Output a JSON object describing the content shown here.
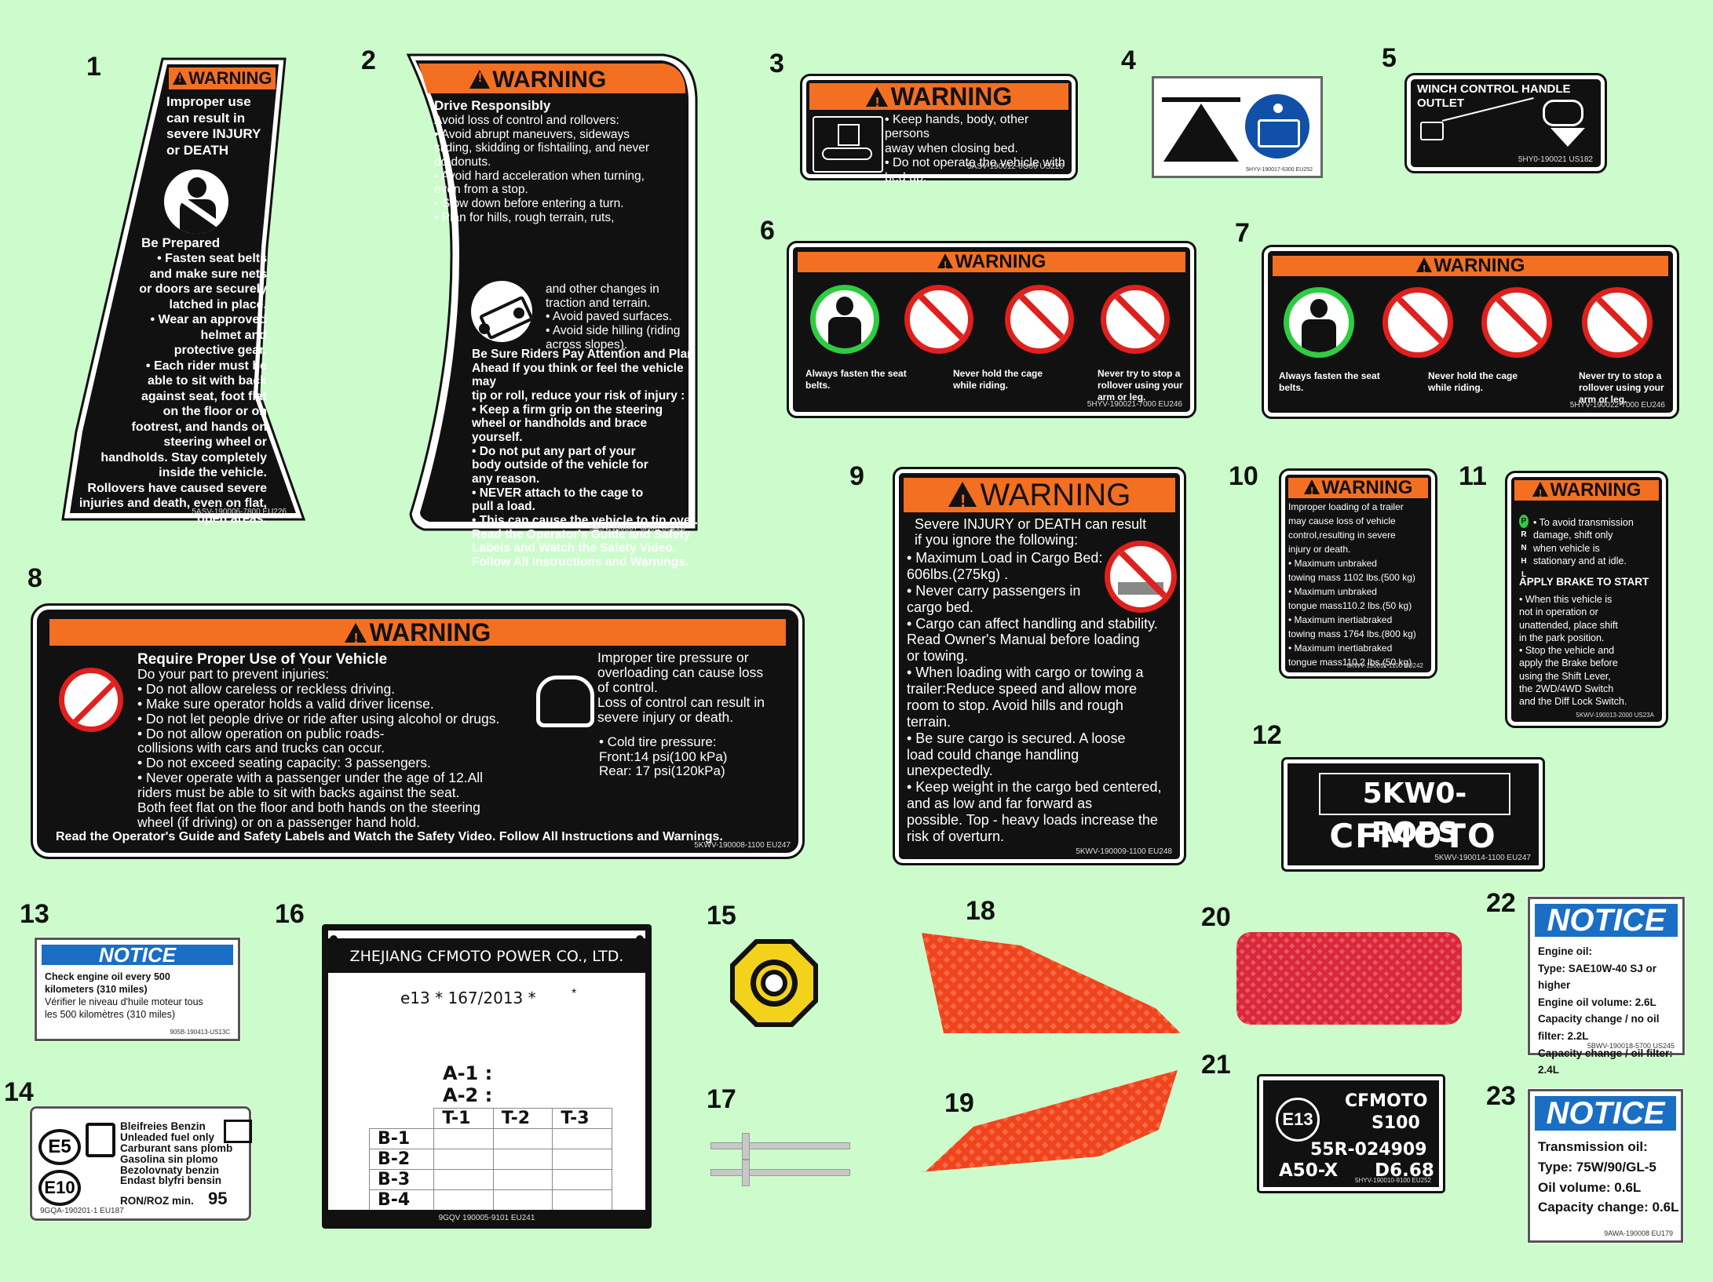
{
  "numbers": [
    "1",
    "2",
    "3",
    "4",
    "5",
    "6",
    "7",
    "8",
    "9",
    "10",
    "11",
    "12",
    "13",
    "14",
    "15",
    "16",
    "17",
    "18",
    "19",
    "20",
    "21",
    "22",
    "23"
  ],
  "warning_word": "WARNING",
  "l1": {
    "text1": "Improper use\ncan result in\nsevere INJURY\nor DEATH",
    "heading": "Be Prepared",
    "text2": "• Fasten seat belts\nand make sure nets\nor doors are securely\nlatched in place.\n• Wear an approved\nhelmet and\nprotective gear.\n• Each rider must be\nable to sit with back\nagainst seat, foot flat\non the floor or on\nfootrest, and hands on\nsteering wheel or\nhandholds. Stay completely\ninside the vehicle.\nRollovers have caused severe\ninjuries and death, even on flat,\nopen areas.",
    "code": "5ASV-190006-7800   EU226"
  },
  "l2": {
    "heading": "Drive Responsibly",
    "text1": "Avoid loss of control and rollovers:\n• Avoid abrupt maneuvers, sideways\nsliding, skidding or fishtailing, and never\ndo donuts.\n• Avoid hard acceleration when turning,\neven from a stop.\n• Slow down before entering a turn.\n• Plan for hills, rough terrain, ruts,",
    "text2": "and other changes in\ntraction and terrain.\n• Avoid paved surfaces.\n• Avoid side hilling (riding\nacross slopes).",
    "text3": "Be Sure Riders Pay Attention and Plan\nAhead If you think or feel the vehicle may\ntip or roll, reduce your risk of injury :\n• Keep a firm grip on the steering\nwheel or handholds and brace\nyourself.\n• Do not put any part of your\nbody outside of the vehicle for\nany reason.\n• NEVER attach to the cage to\npull a load.\n• This can cause the vehicle to tip over.\nRead the Operator's Guide and Safety\nLabels and Watch the Safety Video.\nFollow All Instructions and Warnings.",
    "code": "5ASV-190007-6H00   US228"
  },
  "l3": {
    "text": "• Keep hands, body, other persons\naway when closing bed.\n• Do not operate the vehicle with\nbed up.",
    "code": "5ASV-190012-6G00   US226"
  },
  "l4": {
    "code": "5HYV-190017-6300   EU252"
  },
  "l5": {
    "title": "WINCH CONTROL HANDLE OUTLET",
    "code": "5HY0-190021    US182"
  },
  "l6": {
    "cap1": "Always fasten the seat\nbelts.",
    "cap2": "Never hold the cage\nwhile riding.",
    "cap3": "Never try to stop a\nrollover using your\narm or leg.",
    "code": "5HYV-190021-7000   EU246"
  },
  "l7": {
    "cap1": "Always fasten the seat\nbelts.",
    "cap2": "Never hold the cage\nwhile riding.",
    "cap3": "Never try to stop a\nrollover using your\narm or leg.",
    "code": "5HYV-190022-7000   EU246"
  },
  "l8": {
    "heading": "Require Proper Use of Your Vehicle",
    "text1": "Do your part to prevent injuries:\n• Do not allow careless or reckless driving.\n• Make sure operator holds a valid driver license.\n• Do not let people drive or ride after using alcohol or drugs.\n• Do not allow operation on public roads-\ncollisions with cars and trucks can occur.\n• Do not exceed seating capacity: 3 passengers.\n• Never operate with a passenger under the age of 12.All\nriders must be able to sit with backs against the seat.\nBoth feet flat on the floor and both hands on the steering\nwheel (if driving) or on a passenger hand hold.",
    "text2": "Improper tire pressure or\noverloading can cause  loss\nof control.\nLoss of control can result in\nsevere injury or death.",
    "text3": "• Cold tire pressure:\nFront:14 psi(100 kPa)\nRear: 17 psi(120kPa)",
    "footer": "Read the Operator's Guide and Safety  Labels and Watch the Safety Video. Follow All Instructions and Warnings.",
    "code": "5KWV-190008-1100   EU247"
  },
  "l9": {
    "text1": "Severe INJURY or DEATH can result\nif you ignore the following:",
    "text2": "• Maximum Load in Cargo Bed:\n606lbs.(275kg) .\n• Never carry passengers in\ncargo bed.\n• Cargo can affect handling and stability.\nRead Owner's Manual before loading\nor towing.\n• When loading with cargo or towing a\ntrailer:Reduce speed and allow more\nroom to stop. Avoid hills and rough\nterrain.\n• Be sure cargo is secured.  A loose\nload could change handling\nunexpectedly.\n• Keep weight in the cargo bed centered,\nand as low and far forward as\npossible. Top - heavy loads increase the\nrisk of overturn.",
    "code": "5KWV-190009-1100   EU248"
  },
  "l10": {
    "text": "Improper loading of a trailer\nmay cause loss of vehicle\ncontrol,resulting in severe\ninjury or death.\n• Maximum unbraked\ntowing mass 1102 lbs.(500 kg)\n• Maximum unbraked\ntongue mass110.2 lbs.(50 kg)\n• Maximum inertiabraked\ntowing mass 1764 lbs.(800 kg)\n• Maximum inertiabraked\ntongue mass110.2 lbs.(50 kg)",
    "code": "5KWV-190011-1100   EU242"
  },
  "l11": {
    "gears": [
      "P",
      "R",
      "N",
      "H",
      "L"
    ],
    "text1": "• To avoid transmission\ndamage, shift only\nwhen vehicle is\nstationary and at idle.",
    "heading": "APPLY BRAKE TO START",
    "text2": "• When this vehicle is\nnot in operation or\nunattended, place shift\nin the park position.\n• Stop the vehicle and\napply the Brake before\nusing the Shift Lever,\nthe 2WD/4WD Switch\nand  the Diff Lock Switch.",
    "code": "5KWV-190013-2000   US23A"
  },
  "l12": {
    "model": "5KW0-ROPS",
    "brand": "CFMOTO",
    "code": "5KWV-190014-1100   EU247"
  },
  "l13": {
    "title": "NOTICE",
    "text1": "Check engine oil every 500\nkilometers (310 miles)",
    "text2": "Vérifier le niveau d'huile moteur tous\nles 500 kilomètres (310 miles)",
    "code": "905B-190413-US13C"
  },
  "l14": {
    "e5": "E5",
    "e10": "E10",
    "text": "Bleifreies Benzin\nUnleaded fuel only\nCarburant sans plomb\nGasolina sin plomo\nBezolovnaty benzin\nEndast blyfri bensin",
    "ron": "RON/ROZ min.",
    "ron_val": "95",
    "code": "9GQA-190201-1   EU187"
  },
  "l16": {
    "company": "ZHEJIANG CFMOTO POWER CO., LTD.",
    "approval": "e13 * 167/2013 *",
    "star": "*",
    "a1": "A-1 :",
    "a2": "A-2 :",
    "cols": [
      "T-1",
      "T-2",
      "T-3"
    ],
    "rows": [
      "B-1",
      "B-2",
      "B-3",
      "B-4"
    ],
    "code": "9GQV  190005-9101   EU241"
  },
  "l21": {
    "e13": "E13",
    "brand": "CFMOTO",
    "model": "S100",
    "approval": "55R-024909",
    "code1": "A50-X",
    "code2": "D6.68",
    "small": "5HYV-190010-9100   EU252"
  },
  "l22": {
    "title": "NOTICE",
    "text": "Engine oil:\nType: SAE10W-40 SJ or higher\nEngine oil volume:   2.6L\nCapacity change / no oil filter: 2.2L\nCapacity change / oil filter:  2.4L",
    "code": "5BWV-190018-5700   US245"
  },
  "l23": {
    "title": "NOTICE",
    "text": "Transmission oil:\nType: 75W/90/GL-5\nOil volume:  0.6L\nCapacity change: 0.6L",
    "code": "9AWA-190008    EU179"
  },
  "colors": {
    "background": "#ccfccc",
    "warning_orange": "#f36f21",
    "notice_blue": "#1a6fc4",
    "reflector_orange": "#f0441d",
    "reflector_red": "#d92838",
    "symbol_yellow": "#f3d21c"
  }
}
